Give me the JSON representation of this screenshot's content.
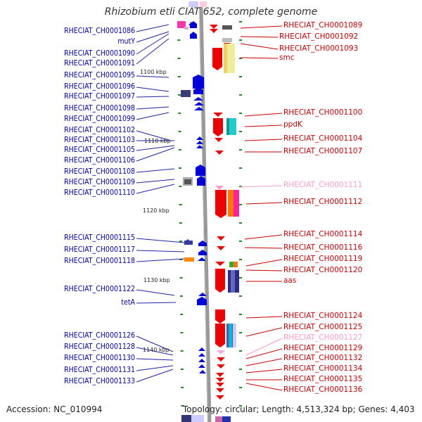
{
  "title": "Rhizobium etli CIAT 652, complete genome",
  "accession": "Accession: NC_010994",
  "topology": "Topology: circular; Length: 4,513,324 bp; Genes: 4,403",
  "colors": {
    "left_label": "#0000aa",
    "right_label": "#cc0000",
    "right_label_faint": "#ff99cc",
    "forward_gene": "#0000dd",
    "reverse_gene": "#ee0000",
    "backbone": "#999999",
    "tick": "#228822"
  },
  "ticks": [
    {
      "label": "1100 kbp"
    },
    {
      "label": "1110 kbp"
    },
    {
      "label": "1120 kbp"
    },
    {
      "label": "1130 kbp"
    },
    {
      "label": "1140 kbp"
    }
  ],
  "left_labels": [
    "RHECIAT_CH0001086",
    "mutY",
    "RHECIAT_CH0001090",
    "RHECIAT_CH0001091",
    "RHECIAT_CH0001095",
    "RHECIAT_CH0001096",
    "RHECIAT_CH0001097",
    "RHECIAT_CH0001098",
    "RHECIAT_CH0001099",
    "RHECIAT_CH0001102",
    "RHECIAT_CH0001103",
    "RHECIAT_CH0001105",
    "RHECIAT_CH0001106",
    "RHECIAT_CH0001108",
    "RHECIAT_CH0001109",
    "RHECIAT_CH0001110",
    "RHECIAT_CH0001115",
    "RHECIAT_CH0001117",
    "RHECIAT_CH0001118",
    "RHECIAT_CH0001122",
    "tetA",
    "RHECIAT_CH0001126",
    "RHECIAT_CH0001128",
    "RHECIAT_CH0001130",
    "RHECIAT_CH0001131",
    "RHECIAT_CH0001133"
  ],
  "right_labels": [
    {
      "text": "RHECIAT_CH0001089",
      "faint": false
    },
    {
      "text": "RHECIAT_CH0001092",
      "faint": false
    },
    {
      "text": "RHECIAT_CH0001093",
      "faint": false
    },
    {
      "text": "smc",
      "faint": false
    },
    {
      "text": "RHECIAT_CH0001100",
      "faint": false
    },
    {
      "text": "ppdK",
      "faint": false
    },
    {
      "text": "RHECIAT_CH0001104",
      "faint": false
    },
    {
      "text": "RHECIAT_CH0001107",
      "faint": false
    },
    {
      "text": "RHECIAT_CH0001111",
      "faint": true
    },
    {
      "text": "RHECIAT_CH0001112",
      "faint": false
    },
    {
      "text": "RHECIAT_CH0001114",
      "faint": false
    },
    {
      "text": "RHECIAT_CH0001116",
      "faint": false
    },
    {
      "text": "RHECIAT_CH0001119",
      "faint": false
    },
    {
      "text": "RHECIAT_CH0001120",
      "faint": false
    },
    {
      "text": "aas",
      "faint": false
    },
    {
      "text": "RHECIAT_CH0001124",
      "faint": false
    },
    {
      "text": "RHECIAT_CH0001125",
      "faint": false
    },
    {
      "text": "RHECIAT_CH0001127",
      "faint": true
    },
    {
      "text": "RHECIAT_CH0001129",
      "faint": false
    },
    {
      "text": "RHECIAT_CH0001132",
      "faint": false
    },
    {
      "text": "RHECIAT_CH0001134",
      "faint": false
    },
    {
      "text": "RHECIAT_CH0001135",
      "faint": false
    },
    {
      "text": "RHECIAT_CH0001136",
      "faint": false
    }
  ]
}
